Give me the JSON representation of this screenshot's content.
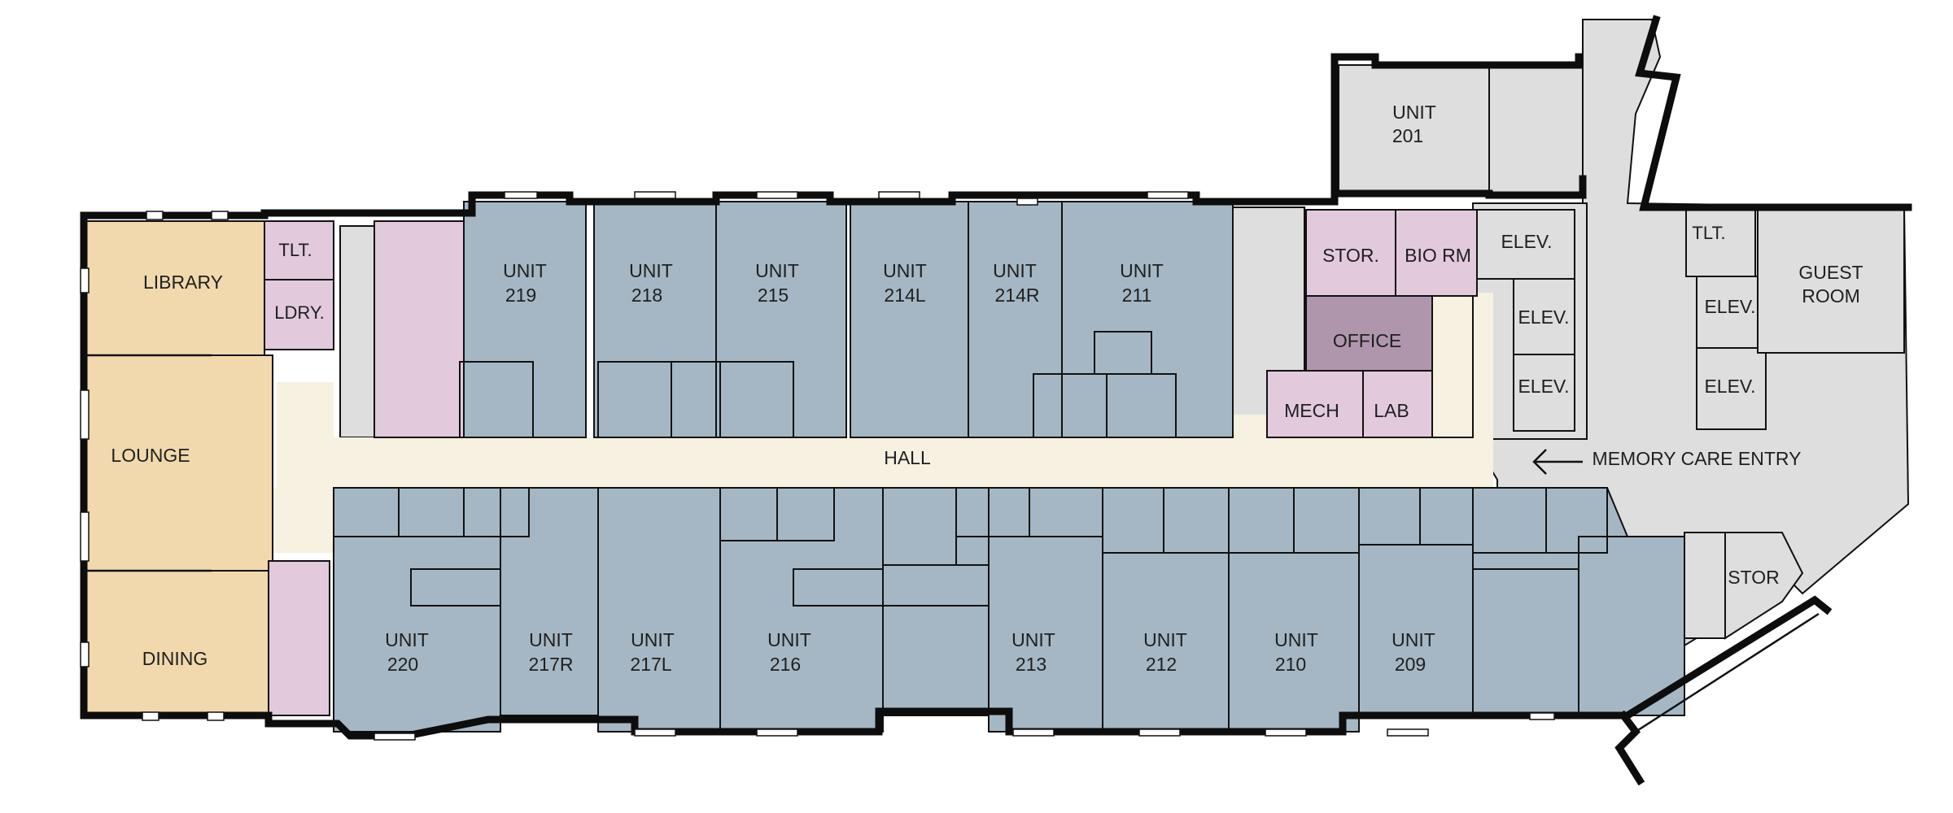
{
  "colors": {
    "unit": "#a5b7c4",
    "common": "#f1d9ad",
    "service": "#e2c9dc",
    "office": "#b096ad",
    "hall": "#f6f1e0",
    "circulation": "#dededf",
    "wall": "#0d0d0d"
  },
  "rooms": {
    "library": "LIBRARY",
    "lounge": "LOUNGE",
    "dining": "DINING",
    "tlt_left": "TLT.",
    "ldry": "LDRY.",
    "hall": "HALL",
    "stor_top": "STOR.",
    "bio_rm": "BIO RM",
    "office": "OFFICE",
    "mech": "MECH",
    "lab": "LAB",
    "elev": "ELEV.",
    "tlt_right": "TLT.",
    "guest_room": [
      "GUEST",
      "ROOM"
    ],
    "stor_right": "STOR",
    "memory_care_entry": "MEMORY  CARE  ENTRY"
  },
  "units": [
    {
      "id": "unit-201",
      "line1": "UNIT",
      "line2": "201"
    },
    {
      "id": "unit-219",
      "line1": "UNIT",
      "line2": "219"
    },
    {
      "id": "unit-218",
      "line1": "UNIT",
      "line2": "218"
    },
    {
      "id": "unit-215",
      "line1": "UNIT",
      "line2": "215"
    },
    {
      "id": "unit-214l",
      "line1": "UNIT",
      "line2": "214L"
    },
    {
      "id": "unit-214r",
      "line1": "UNIT",
      "line2": "214R"
    },
    {
      "id": "unit-211",
      "line1": "UNIT",
      "line2": "211"
    },
    {
      "id": "unit-220",
      "line1": "UNIT",
      "line2": "220"
    },
    {
      "id": "unit-217r",
      "line1": "UNIT",
      "line2": "217R"
    },
    {
      "id": "unit-217l",
      "line1": "UNIT",
      "line2": "217L"
    },
    {
      "id": "unit-216",
      "line1": "UNIT",
      "line2": "216"
    },
    {
      "id": "unit-213",
      "line1": "UNIT",
      "line2": "213"
    },
    {
      "id": "unit-212",
      "line1": "UNIT",
      "line2": "212"
    },
    {
      "id": "unit-210",
      "line1": "UNIT",
      "line2": "210"
    },
    {
      "id": "unit-209",
      "line1": "UNIT",
      "line2": "209"
    }
  ]
}
